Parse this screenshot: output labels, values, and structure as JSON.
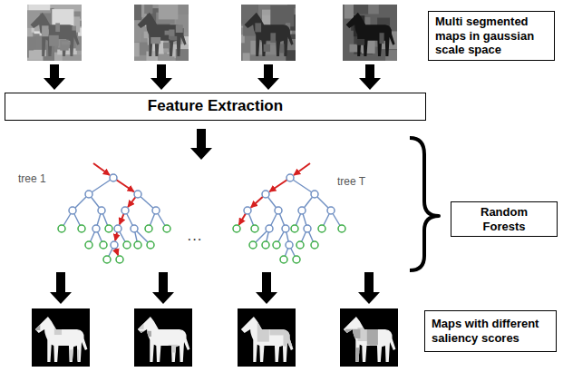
{
  "diagram": {
    "nodes": [
      {
        "text": [
          "Multi segmented maps in gaussian scale space"
        ]
      },
      {
        "text": [
          "Feature Extraction"
        ]
      },
      {
        "text": [
          "Random Forests"
        ]
      },
      {
        "text": [
          "Maps with different saliency scores"
        ]
      }
    ],
    "labels": [
      "tree 1",
      "···",
      "tree T"
    ]
  }
}
